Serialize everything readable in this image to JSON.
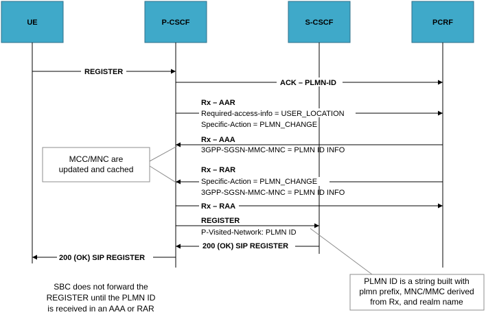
{
  "entities": [
    {
      "name": "UE"
    },
    {
      "name": "P-CSCF"
    },
    {
      "name": "S-CSCF"
    },
    {
      "name": "PCRF"
    }
  ],
  "colors": {
    "entity_fill": "#3FA9C9",
    "entity_stroke": "#2F6F8A",
    "line": "#000000",
    "note_stroke": "#8C8C8C"
  },
  "messages": [
    {
      "id": "register",
      "lines": [
        {
          "text": "REGISTER",
          "bold": true
        }
      ]
    },
    {
      "id": "ack-plmn",
      "lines": [
        {
          "text": "ACK – PLMN-ID",
          "bold": true
        }
      ]
    },
    {
      "id": "rx-aar",
      "lines": [
        {
          "text": "Rx – AAR",
          "bold": true
        },
        {
          "text": "Required-access-info = USER_LOCATION",
          "bold": false
        },
        {
          "text": "Specific-Action = PLMN_CHANGE",
          "bold": false
        }
      ]
    },
    {
      "id": "rx-aaa",
      "lines": [
        {
          "text": "Rx – AAA",
          "bold": true
        },
        {
          "text": "3GPP-SGSN-MMC-MNC = PLMN ID INFO",
          "bold": false
        }
      ]
    },
    {
      "id": "rx-rar",
      "lines": [
        {
          "text": "Rx – RAR",
          "bold": true
        },
        {
          "text": "Specific-Action = PLMN_CHANGE",
          "bold": false
        },
        {
          "text": "3GPP-SGSN-MMC-MNC = PLMN ID INFO",
          "bold": false
        }
      ]
    },
    {
      "id": "rx-raa",
      "lines": [
        {
          "text": "Rx – RAA",
          "bold": true
        }
      ]
    },
    {
      "id": "register-pvn",
      "lines": [
        {
          "text": "REGISTER",
          "bold": true
        },
        {
          "text": "P-Visited-Network: PLMN ID",
          "bold": false
        }
      ]
    },
    {
      "id": "ok-scscf",
      "lines": [
        {
          "text": "200 (OK) SIP REGISTER",
          "bold": true
        }
      ]
    },
    {
      "id": "ok-ue",
      "lines": [
        {
          "text": "200 (OK) SIP REGISTER",
          "bold": true
        }
      ]
    }
  ],
  "notes": {
    "mcc": [
      "MCC/MNC are",
      "updated and cached"
    ],
    "plmn": [
      "PLMN ID is a string built with",
      "plmn prefix, MNC/MMC derived",
      "from Rx, and realm name"
    ],
    "sbc": [
      "SBC does not forward the",
      "REGISTER until the PLMN ID",
      "is received in an AAA or RAR"
    ]
  }
}
